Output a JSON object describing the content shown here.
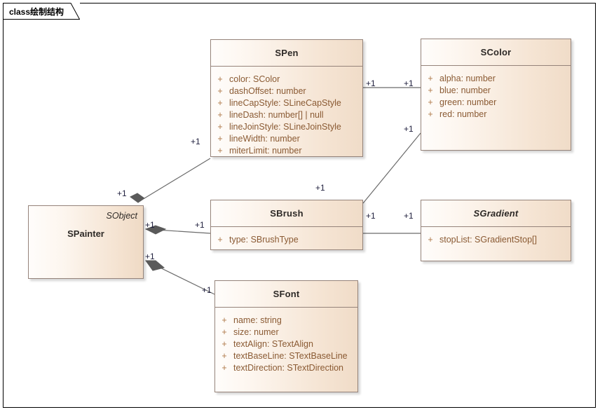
{
  "diagram": {
    "tab_label": "class绘制结构",
    "frame_color": "#000000",
    "line_color": "#6b6b6b",
    "box_border_color": "#95837a",
    "attr_text_color": "#8a5a33",
    "visibility_color": "#b07a4a",
    "title_text_color": "#2e2a27",
    "multiplicity_color": "#1f1f3d"
  },
  "classes": [
    {
      "id": "spen",
      "name": "SPen",
      "abstract": false,
      "attributes": [
        {
          "visibility": "+",
          "text": "color: SColor"
        },
        {
          "visibility": "+",
          "text": "dashOffset: number"
        },
        {
          "visibility": "+",
          "text": "lineCapStyle: SLineCapStyle"
        },
        {
          "visibility": "+",
          "text": "lineDash: number[] | null"
        },
        {
          "visibility": "+",
          "text": "lineJoinStyle: SLineJoinStyle"
        },
        {
          "visibility": "+",
          "text": "lineWidth: number"
        },
        {
          "visibility": "+",
          "text": "miterLimit: number"
        }
      ]
    },
    {
      "id": "scolor",
      "name": "SColor",
      "abstract": false,
      "attributes": [
        {
          "visibility": "+",
          "text": "alpha: number"
        },
        {
          "visibility": "+",
          "text": "blue: number"
        },
        {
          "visibility": "+",
          "text": "green: number"
        },
        {
          "visibility": "+",
          "text": "red: number"
        }
      ]
    },
    {
      "id": "sbrush",
      "name": "SBrush",
      "abstract": false,
      "attributes": [
        {
          "visibility": "+",
          "text": "type: SBrushType"
        }
      ]
    },
    {
      "id": "sgradient",
      "name": "SGradient",
      "abstract": true,
      "attributes": [
        {
          "visibility": "+",
          "text": "stopList: SGradientStop[]"
        }
      ]
    },
    {
      "id": "sfont",
      "name": "SFont",
      "abstract": false,
      "attributes": [
        {
          "visibility": "+",
          "text": "name: string"
        },
        {
          "visibility": "+",
          "text": "size: numer"
        },
        {
          "visibility": "+",
          "text": "textAlign: STextAlign"
        },
        {
          "visibility": "+",
          "text": "textBaseLine: STextBaseLine"
        },
        {
          "visibility": "+",
          "text": "textDirection: STextDirection"
        }
      ]
    }
  ],
  "painter": {
    "id": "spainter",
    "name": "SPainter",
    "stereotype": "SObject"
  },
  "multiplicities": [
    {
      "id": "m-painter-pen-src",
      "label": "+1"
    },
    {
      "id": "m-pen-painter-tgt",
      "label": "+1"
    },
    {
      "id": "m-pen-color-src",
      "label": "+1"
    },
    {
      "id": "m-color-pen-tgt",
      "label": "+1"
    },
    {
      "id": "m-painter-brush-src",
      "label": "+1"
    },
    {
      "id": "m-brush-painter-tgt",
      "label": "+1"
    },
    {
      "id": "m-brush-color-src",
      "label": "+1"
    },
    {
      "id": "m-color-brush-tgt",
      "label": "+1"
    },
    {
      "id": "m-brush-gradient-src",
      "label": "+1"
    },
    {
      "id": "m-gradient-brush-tgt",
      "label": "+1"
    },
    {
      "id": "m-painter-font-src",
      "label": "+1"
    },
    {
      "id": "m-font-painter-tgt",
      "label": "+1"
    }
  ]
}
